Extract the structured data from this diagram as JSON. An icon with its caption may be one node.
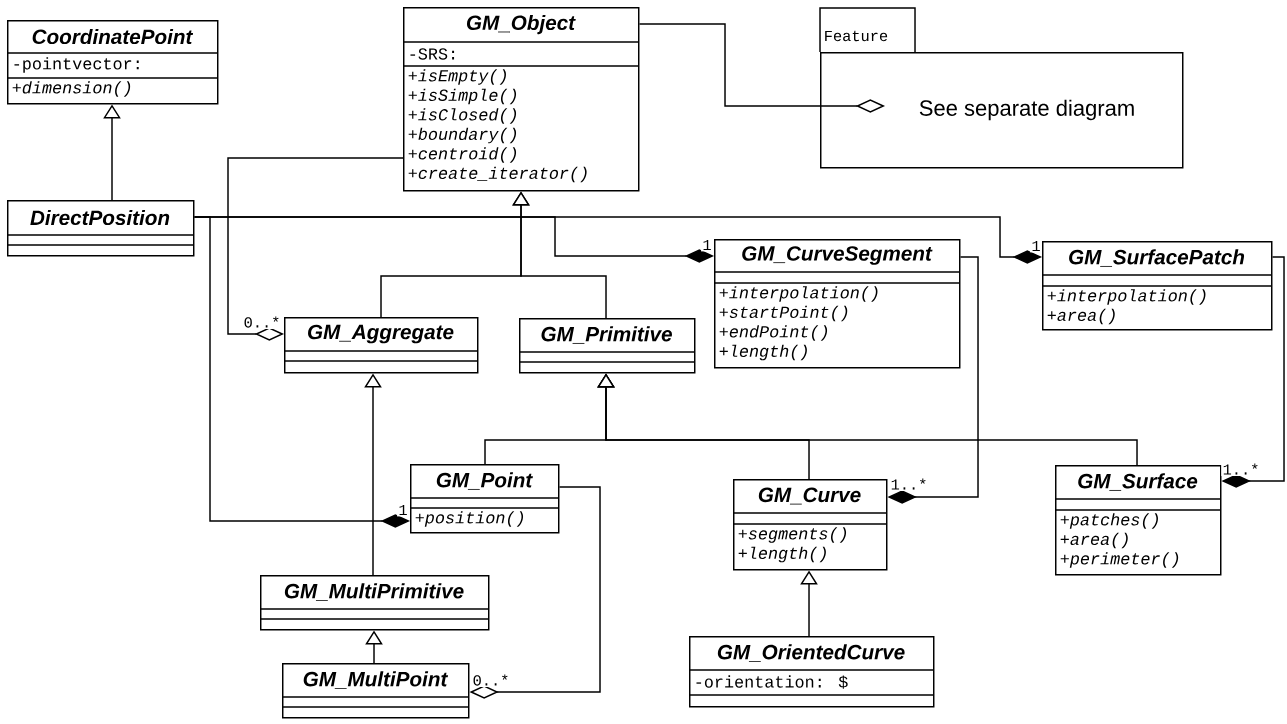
{
  "diagram": {
    "nodes": [
      {
        "text": [
          "CoordinatePoint",
          "-pointvector:",
          "+dimension()"
        ]
      },
      {
        "text": [
          "GM_Object",
          "-SRS:",
          "+isEmpty()",
          "+isSimple()",
          "+isClosed()",
          "+boundary()",
          "+centroid()",
          "+create_iterator()"
        ]
      },
      {
        "text": [
          "Feature",
          "See separate diagram"
        ]
      },
      {
        "text": [
          "DirectPosition"
        ]
      },
      {
        "text": [
          "GM_CurveSegment",
          "+interpolation()",
          "+startPoint()",
          "+endPoint()",
          "+length()"
        ]
      },
      {
        "text": [
          "GM_SurfacePatch",
          "+interpolation()",
          "+area()"
        ]
      },
      {
        "text": [
          "GM_Aggregate"
        ]
      },
      {
        "text": [
          "GM_Primitive"
        ]
      },
      {
        "text": [
          "GM_Point",
          "+position()"
        ]
      },
      {
        "text": [
          "GM_Curve",
          "+segments()",
          "+length()"
        ]
      },
      {
        "text": [
          "GM_Surface",
          "+patches()",
          "+area()",
          "+perimeter()"
        ]
      },
      {
        "text": [
          "GM_MultiPrimitive"
        ]
      },
      {
        "text": [
          "GM_OrientedCurve",
          "-orientation: $"
        ]
      },
      {
        "text": [
          "GM_MultiPoint"
        ]
      }
    ],
    "edges": [
      {
        "from": 3,
        "to": 0,
        "arrow": "to"
      },
      {
        "from": 6,
        "to": 1,
        "arrow": "to"
      },
      {
        "from": 7,
        "to": 1,
        "arrow": "to"
      },
      {
        "from": 1,
        "to": 6,
        "arrow": "other",
        "label": "0..*"
      },
      {
        "from": 1,
        "to": 2,
        "arrow": "other"
      },
      {
        "from": 3,
        "to": 4,
        "arrow": "other",
        "label": "1"
      },
      {
        "from": 3,
        "to": 5,
        "arrow": "other",
        "label": "1"
      },
      {
        "from": 3,
        "to": 8,
        "arrow": "other",
        "label": "1"
      },
      {
        "from": 8,
        "to": 7,
        "arrow": "to"
      },
      {
        "from": 9,
        "to": 7,
        "arrow": "to"
      },
      {
        "from": 10,
        "to": 7,
        "arrow": "to"
      },
      {
        "from": 11,
        "to": 6,
        "arrow": "to"
      },
      {
        "from": 13,
        "to": 11,
        "arrow": "to"
      },
      {
        "from": 12,
        "to": 9,
        "arrow": "to"
      },
      {
        "from": 4,
        "to": 9,
        "arrow": "other",
        "label": "1..*"
      },
      {
        "from": 5,
        "to": 10,
        "arrow": "other",
        "label": "1..*"
      },
      {
        "from": 8,
        "to": 13,
        "arrow": "other",
        "label": "0..*"
      }
    ]
  }
}
